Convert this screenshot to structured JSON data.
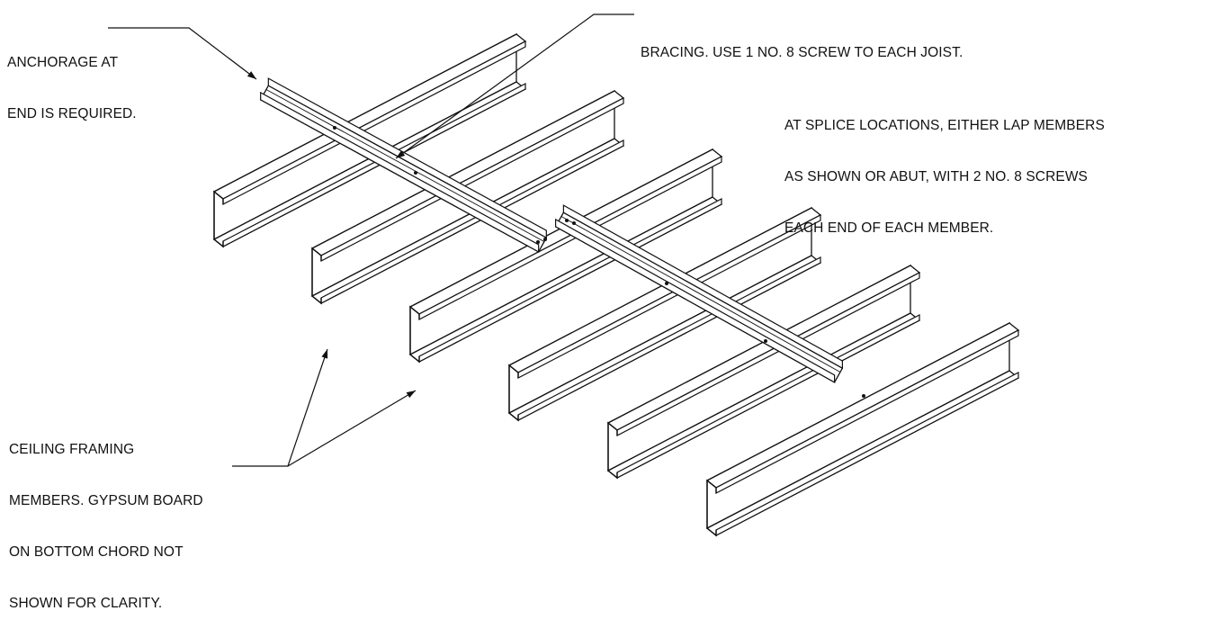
{
  "diagram": {
    "notes": {
      "anchorage": [
        "ANCHORAGE AT",
        "END IS REQUIRED."
      ],
      "bracing": [
        "BRACING. USE 1 NO. 8 SCREW TO EACH JOIST."
      ],
      "splice": [
        "AT SPLICE LOCATIONS, EITHER LAP MEMBERS",
        "AS SHOWN OR ABUT, WITH 2 NO. 8 SCREWS",
        "EACH END OF EACH MEMBER."
      ],
      "ceiling": [
        "CEILING FRAMING",
        "MEMBERS. GYPSUM BOARD",
        "ON BOTTOM CHORD NOT",
        "SHOWN FOR CLARITY."
      ]
    },
    "colors": {
      "line": "#111111",
      "background": "#ffffff"
    }
  }
}
